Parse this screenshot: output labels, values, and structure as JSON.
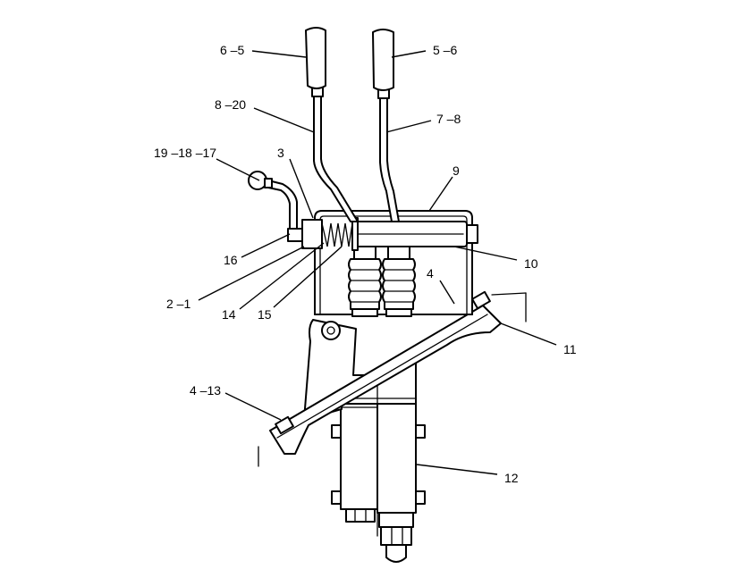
{
  "colors": {
    "ink": "#000000",
    "paper": "#ffffff"
  },
  "callouts": {
    "c_6_5": "6 –5",
    "c_5_6": "5 –6",
    "c_8_20": "8 –20",
    "c_7_8": "7 –8",
    "c_19_18_17": "19 –18 –17",
    "c_3": "3",
    "c_9": "9",
    "c_16": "16",
    "c_10": "10",
    "c_4": "4",
    "c_2_1": "2 –1",
    "c_14": "14",
    "c_15": "15",
    "c_11": "11",
    "c_4_13": "4 –13",
    "c_12": "12"
  }
}
